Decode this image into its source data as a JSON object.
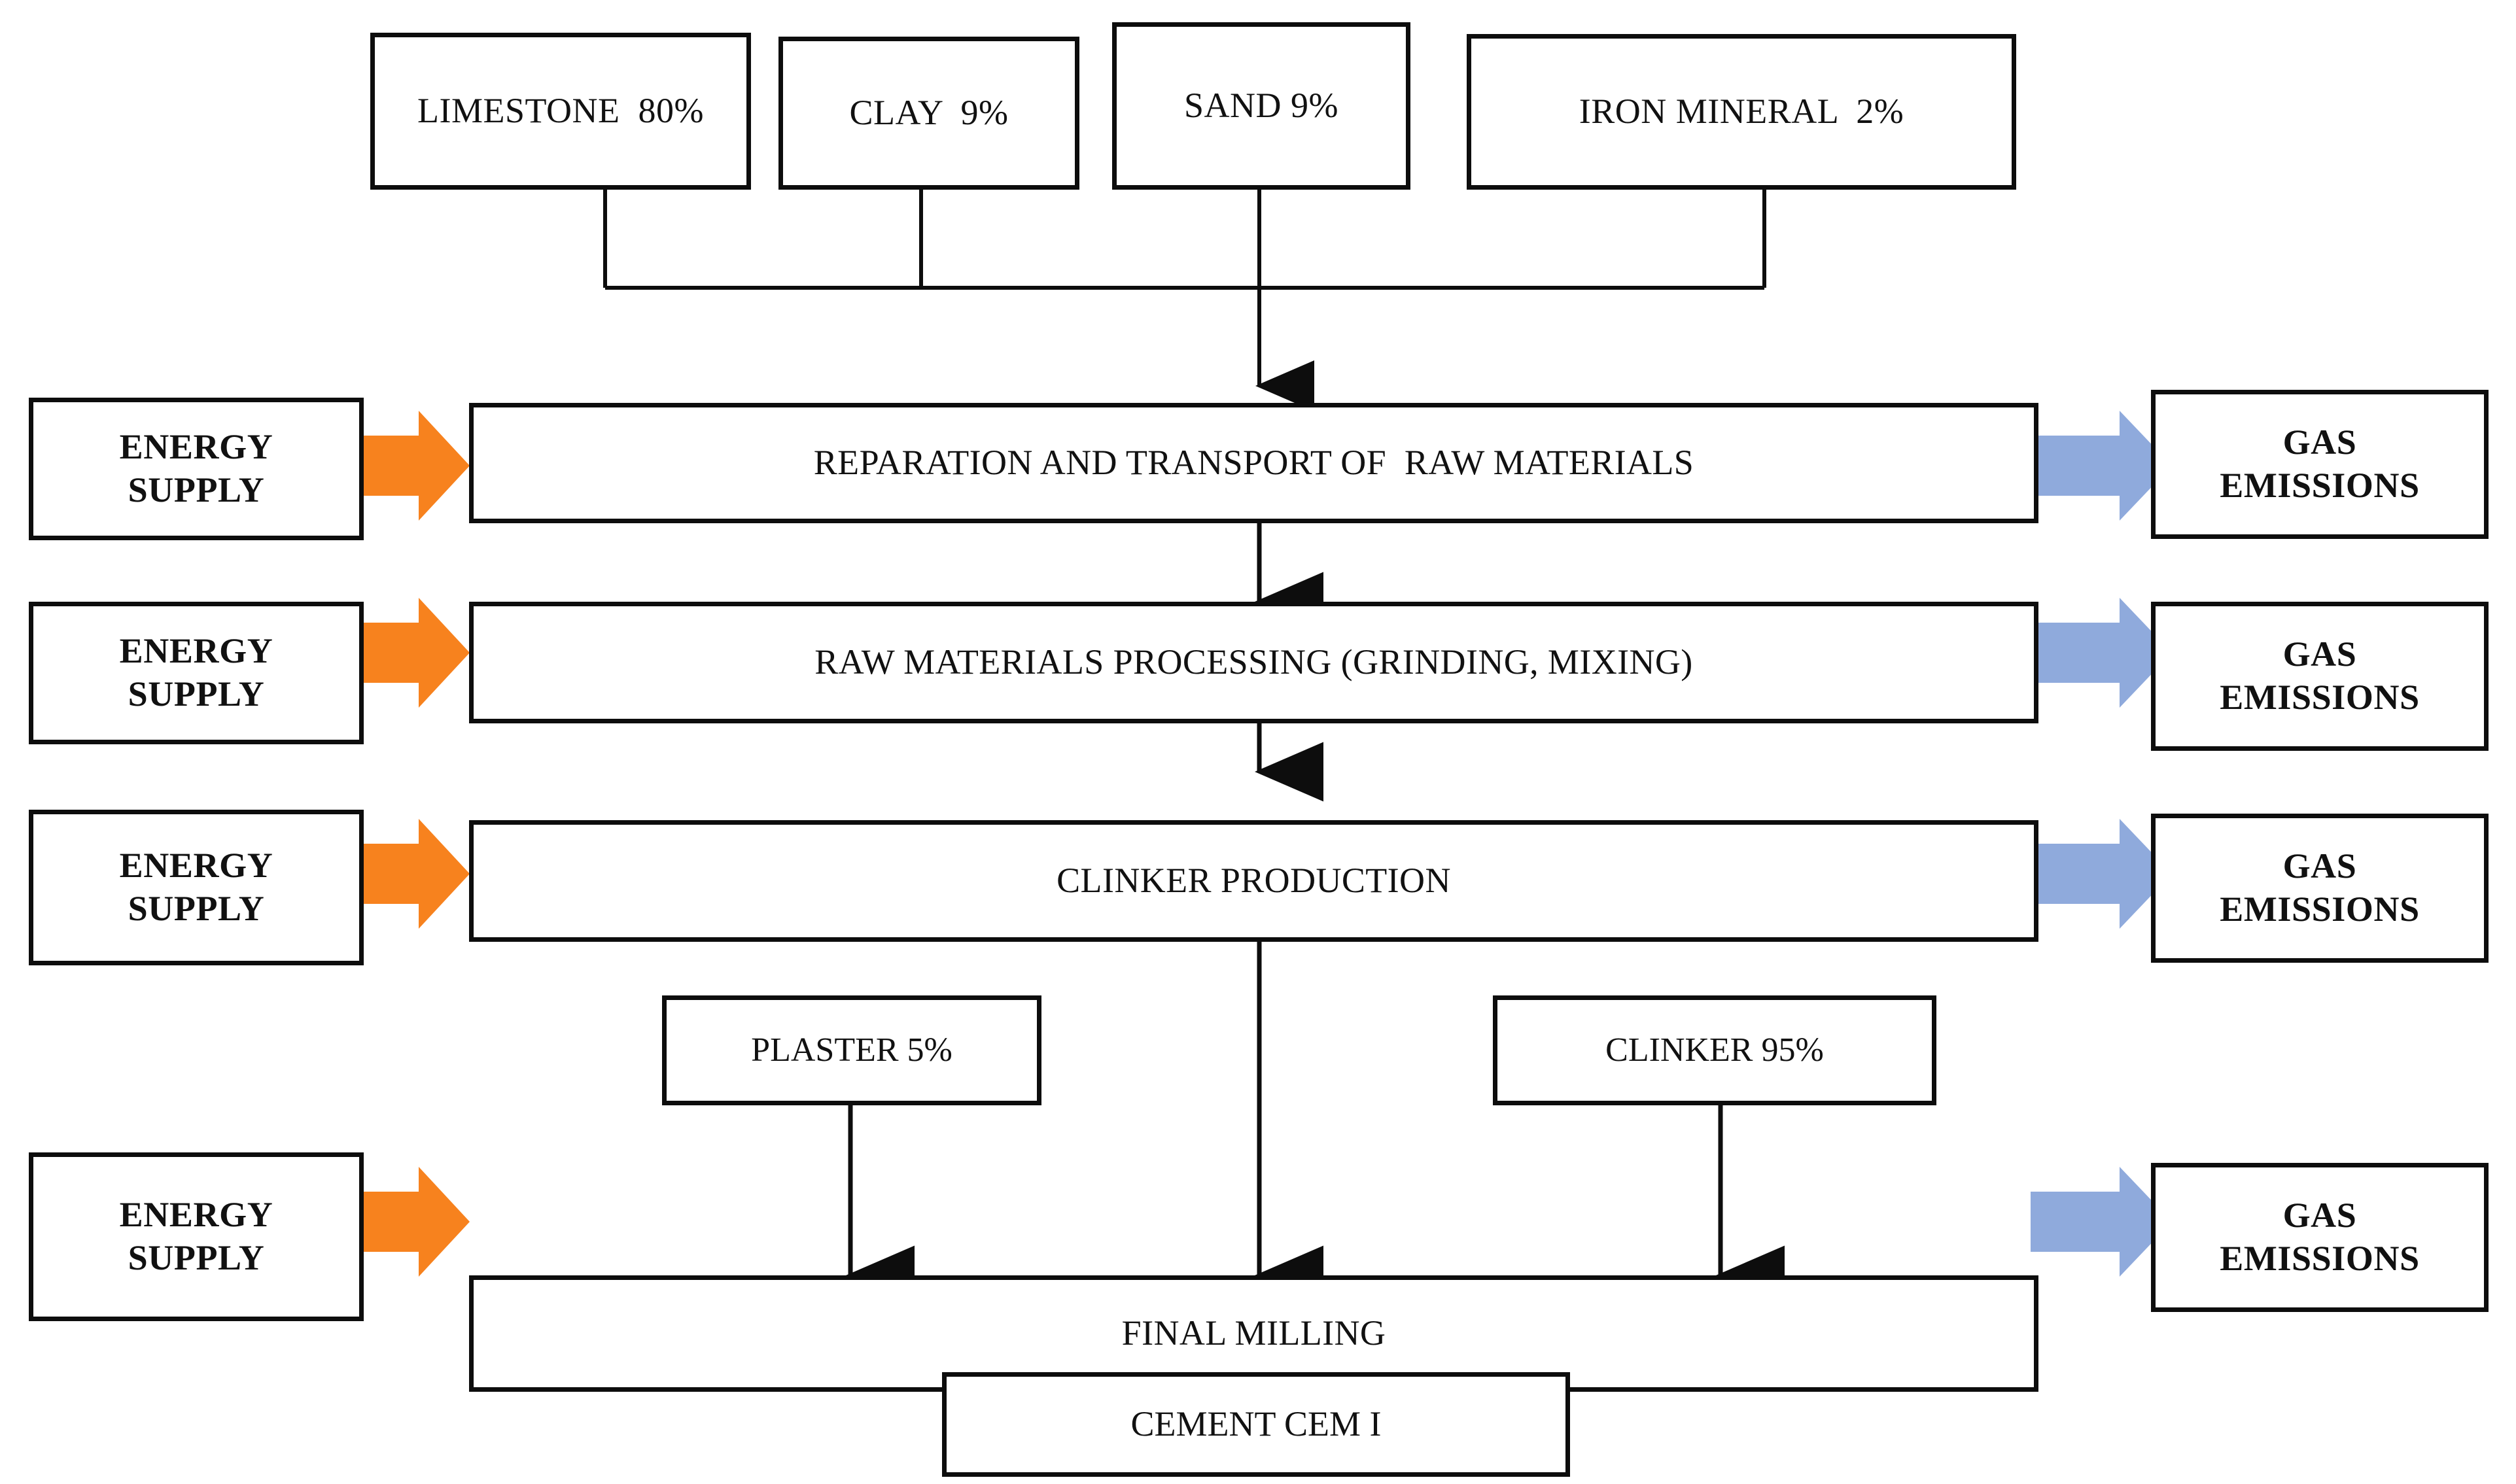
{
  "diagram": {
    "title": "Cement production process flow (CEM I)",
    "colors": {
      "stroke": "#0d0d0d",
      "background": "#ffffff",
      "energy_arrow": "#F7821E",
      "emission_arrow": "#8FAADC",
      "text": "#111111"
    }
  },
  "raw_materials": [
    {
      "id": "limestone",
      "label": "LIMESTONE  80%",
      "material": "LIMESTONE",
      "percent": "80%"
    },
    {
      "id": "clay",
      "label": "CLAY  9%",
      "material": "CLAY",
      "percent": "9%"
    },
    {
      "id": "sand",
      "label": "SAND 9%",
      "material": "SAND",
      "percent": "9%"
    },
    {
      "id": "iron_mineral",
      "label": "IRON MINERAL  2%",
      "material": "IRON MINERAL",
      "percent": "2%"
    }
  ],
  "process_steps": [
    {
      "id": "preparation",
      "label": "REPARATION AND TRANSPORT OF  RAW MATERIALS"
    },
    {
      "id": "raw_processing",
      "label": "RAW MATERIALS PROCESSING (GRINDING, MIXING)"
    },
    {
      "id": "clinker_production",
      "label": "CLINKER PRODUCTION"
    },
    {
      "id": "final_milling",
      "label": "FINAL MILLING"
    }
  ],
  "inputs": [
    {
      "id": "energy_1",
      "label": "ENERGY\nSUPPLY"
    },
    {
      "id": "energy_2",
      "label": "ENERGY\nSUPPLY"
    },
    {
      "id": "energy_3",
      "label": "ENERGY\nSUPPLY"
    },
    {
      "id": "energy_4",
      "label": "ENERGY\nSUPPLY"
    }
  ],
  "outputs": [
    {
      "id": "gas_1",
      "label": "GAS\nEMISSIONS"
    },
    {
      "id": "gas_2",
      "label": "GAS\nEMISSIONS"
    },
    {
      "id": "gas_3",
      "label": "GAS\nEMISSIONS"
    },
    {
      "id": "gas_4",
      "label": "GAS\nEMISSIONS"
    }
  ],
  "additives": [
    {
      "id": "plaster",
      "label": "PLASTER 5%",
      "material": "PLASTER",
      "percent": "5%"
    },
    {
      "id": "clinker",
      "label": "CLINKER 95%",
      "material": "CLINKER",
      "percent": "95%"
    }
  ],
  "product": {
    "id": "cement",
    "label": "CEMENT CEM I"
  }
}
